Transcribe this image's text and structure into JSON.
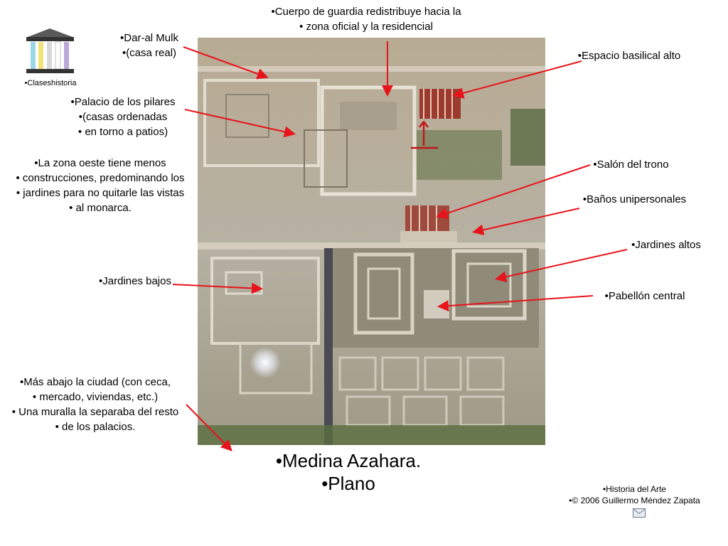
{
  "logo": {
    "caption": "•Claseshistoria"
  },
  "labels": {
    "guard": [
      "•Cuerpo de guardia redistribuye hacia la",
      "• zona oficial y la residencial"
    ],
    "dar": [
      "•Dar-al Mulk",
      "•(casa real)"
    ],
    "pilares": [
      "•Palacio de los pilares",
      "•(casas ordenadas",
      "• en torno a patios)"
    ],
    "oeste": [
      "•La zona oeste tiene menos",
      "• construcciones, predominando los",
      "• jardines para no quitarle las vistas",
      "• al monarca."
    ],
    "bajos": "•Jardines bajos",
    "ciudad": [
      "•Más abajo la ciudad (con ceca,",
      "• mercado, viviendas, etc.)",
      "• Una muralla la separaba del resto",
      "• de los palacios."
    ],
    "basilical": "•Espacio basilical alto",
    "trono": "•Salón del trono",
    "banos": "•Baños unipersonales",
    "altos": "•Jardines altos",
    "pabellon": "•Pabellón central"
  },
  "title": [
    "•Medina Azahara.",
    "•Plano"
  ],
  "credits": [
    "•Historia del Arte",
    "•© 2006 Guillermo Méndez Zapata"
  ],
  "colors": {
    "arrow": "#e8141b",
    "background": "#ffffff"
  },
  "icons": {
    "logo": "temple-columns-icon",
    "mail": "envelope-icon"
  }
}
